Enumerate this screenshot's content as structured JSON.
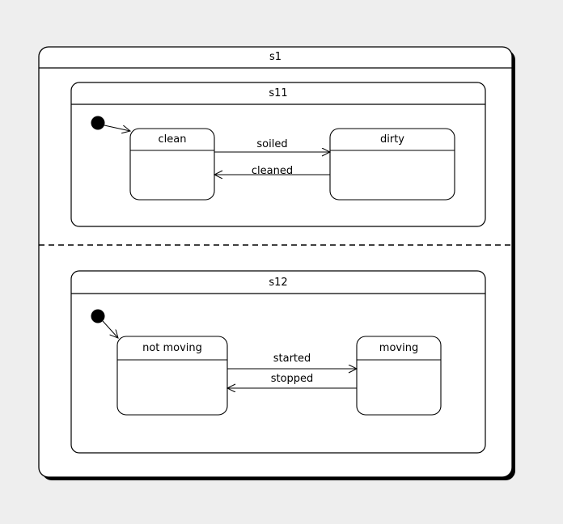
{
  "diagram": {
    "type": "uml-state-machine",
    "background_color": "#eeeeee",
    "surface_color": "#ffffff",
    "stroke_color": "#000000",
    "composite_state": {
      "name": "s1",
      "regions": [
        {
          "name": "s11",
          "initial_pseudostate": "initial-dot-s11",
          "states": [
            {
              "name": "clean"
            },
            {
              "name": "dirty"
            }
          ],
          "transitions": [
            {
              "label": "soiled",
              "from": "clean",
              "to": "dirty",
              "direction": "right"
            },
            {
              "label": "cleaned",
              "from": "dirty",
              "to": "clean",
              "direction": "left"
            },
            {
              "label": "",
              "from": "initial",
              "to": "clean",
              "direction": "right"
            }
          ]
        },
        {
          "name": "s12",
          "initial_pseudostate": "initial-dot-s12",
          "states": [
            {
              "name": "not moving"
            },
            {
              "name": "moving"
            }
          ],
          "transitions": [
            {
              "label": "started",
              "from": "not moving",
              "to": "moving",
              "direction": "right"
            },
            {
              "label": "stopped",
              "from": "moving",
              "to": "not moving",
              "direction": "left"
            },
            {
              "label": "",
              "from": "initial",
              "to": "not moving",
              "direction": "right"
            }
          ]
        }
      ],
      "region_divider": "dashed"
    }
  }
}
